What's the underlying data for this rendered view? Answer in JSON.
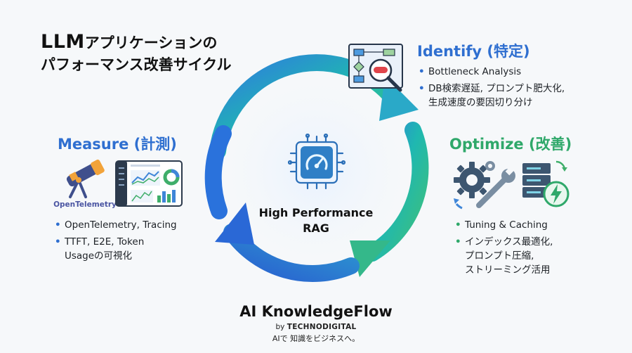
{
  "title": {
    "line1_main": "LLM",
    "line1_rest": "アプリケーションの",
    "line2": "パフォーマンス改善サイクル"
  },
  "center": {
    "line1": "High Performance",
    "line2": "RAG"
  },
  "identify": {
    "heading": "Identify (特定)",
    "bullets": [
      "Bottleneck Analysis",
      "DB検索遅延, プロンプト肥大化,\n生成速度の要因切り分け"
    ]
  },
  "optimize": {
    "heading": "Optimize (改善)",
    "bullets": [
      "Tuning & Caching",
      "インデックス最適化,\nプロンプト圧縮,\nストリーミング活用"
    ]
  },
  "measure": {
    "heading": "Measure (計測)",
    "logo_text": "OpenTelemetry",
    "bullets": [
      "OpenTelemetry, Tracing",
      "TTFT, E2E, Token\nUsageの可視化"
    ]
  },
  "brand": {
    "name": "AI KnowledgeFlow",
    "by": "by",
    "company": "TECHNODIGITAL",
    "tagline": "AIで 知識をビジネスへ。"
  },
  "bullet_symbol": "•",
  "colors": {
    "blue": "#2f6fd0",
    "green": "#2fa86a",
    "cycle_blue": "#2f7be0",
    "cycle_teal": "#1fb8b0",
    "cycle_green": "#3fc07a"
  },
  "icons": {
    "identify": "flowchart-magnifier-icon",
    "optimize": [
      "gear-icon",
      "wrench-icon",
      "database-lightning-icon"
    ],
    "measure": [
      "telescope-icon",
      "dashboard-icon"
    ],
    "center": "chip-gauge-icon"
  }
}
